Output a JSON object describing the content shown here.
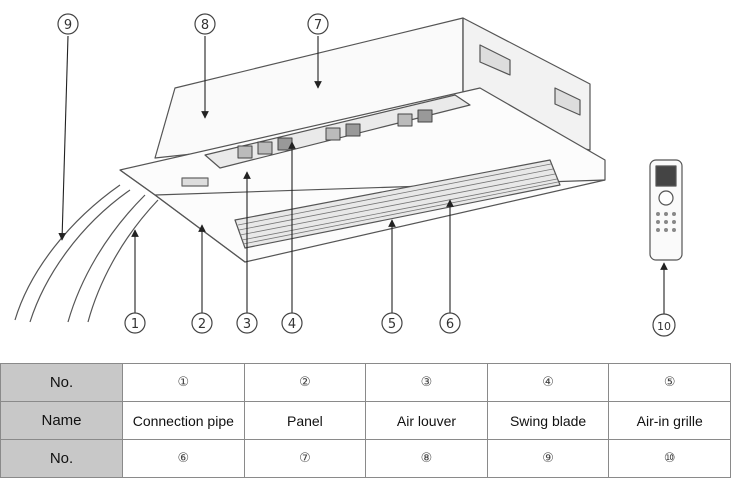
{
  "callouts": {
    "c1": "1",
    "c2": "2",
    "c3": "3",
    "c4": "4",
    "c5": "5",
    "c6": "6",
    "c7": "7",
    "c8": "8",
    "c9": "9",
    "c10": "10"
  },
  "table": {
    "row1": {
      "label": "No.",
      "cells": [
        "①",
        "②",
        "③",
        "④",
        "⑤"
      ]
    },
    "row2": {
      "label": "Name",
      "cells": [
        "Connection pipe",
        "Panel",
        "Air louver",
        "Swing blade",
        "Air-in grille"
      ]
    },
    "row3": {
      "label": "No.",
      "cells": [
        "⑥",
        "⑦",
        "⑧",
        "⑨",
        "⑩"
      ]
    }
  }
}
